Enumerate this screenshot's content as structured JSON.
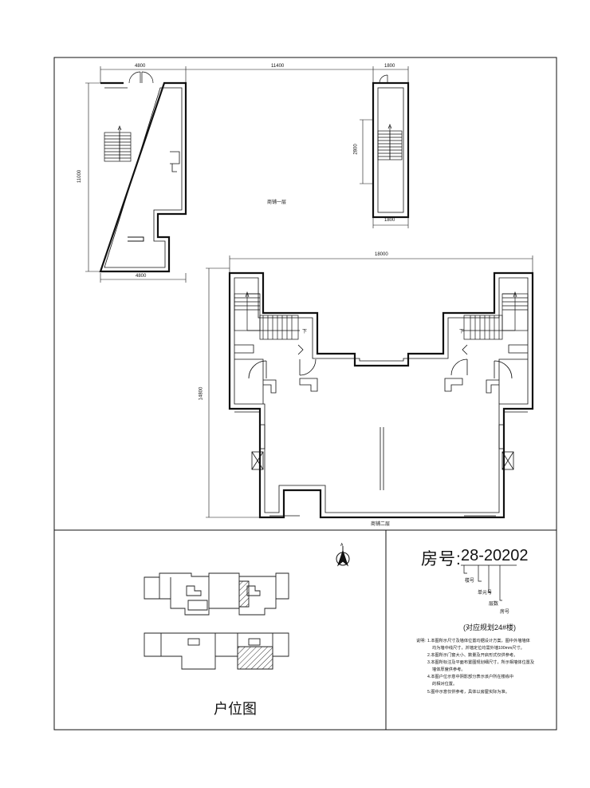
{
  "dimensions": {
    "shop1_top_w": "4800",
    "span_between": "11400",
    "stair_top_w": "1800",
    "shop1_height": "11000",
    "stair_height": "2800",
    "stair_bottom_w": "1800",
    "shop1_bottom_w": "4800",
    "floor2_width": "18000",
    "floor2_height": "14800"
  },
  "plan_labels": {
    "floor1": "商铺一层",
    "floor2": "商铺二层",
    "stair_down": "下"
  },
  "house_info": {
    "label": "房号:",
    "code": "28-20202",
    "parts": [
      "楼号",
      "单元号",
      "层数",
      "房号"
    ],
    "reference": "(对应规划24#楼)"
  },
  "notes": {
    "heading": "说明:",
    "lines": [
      "1.本图所示尺寸及墙体位置均据设计方案，图中外墙墙体",
      "均为墙中线尺寸，并墙定位均需外墙100mm尺寸。",
      "2.本图所示门窗大小、数量及开启形式仅供参考。",
      "3.本图所标注及平面布置图规划细尺寸，所示相墙体位置及",
      "墙体厚度供参考。",
      "4.本图户位示意中阴影部分表示该户所在楼栋中",
      "的相对位置。",
      "5.图中示意仅供参考，具体以房屋实际为准。"
    ]
  },
  "locator": {
    "title": "户位图",
    "north_symbol": "A"
  }
}
